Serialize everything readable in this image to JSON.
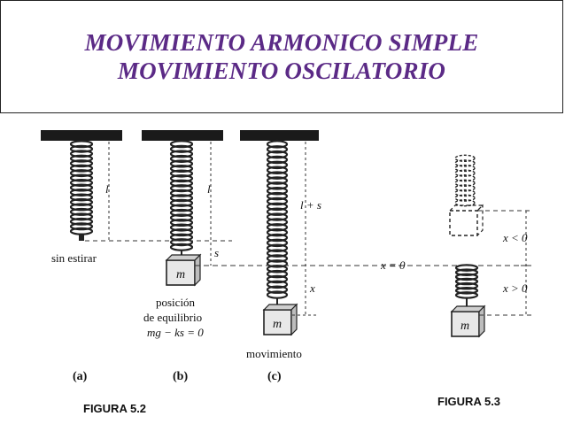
{
  "title": {
    "line1": "MOVIMIENTO ARMONICO SIMPLE",
    "line2": "MOVIMIENTO OSCILATORIO"
  },
  "figure_5_2": {
    "caption": "FIGURA 5.2",
    "panels": [
      {
        "tag": "(a)",
        "label_lines": [
          "sin estirar"
        ],
        "spring_length_label": "l"
      },
      {
        "tag": "(b)",
        "label_lines": [
          "posición",
          "de equilibrio",
          "mg − ks = 0"
        ],
        "spring_length_label": "l",
        "stretch_label": "s",
        "mass_label": "m"
      },
      {
        "tag": "(c)",
        "label_lines": [
          "movimiento"
        ],
        "spring_length_label": "l + s",
        "displacement_label": "x",
        "mass_label": "m"
      }
    ]
  },
  "figure_5_3": {
    "caption": "FIGURA 5.3",
    "equilibrium_label": "x = 0",
    "above_label": "x < 0",
    "below_label": "x > 0",
    "mass_label": "m"
  },
  "colors": {
    "title": "#5b2a86",
    "ink": "#111111"
  }
}
